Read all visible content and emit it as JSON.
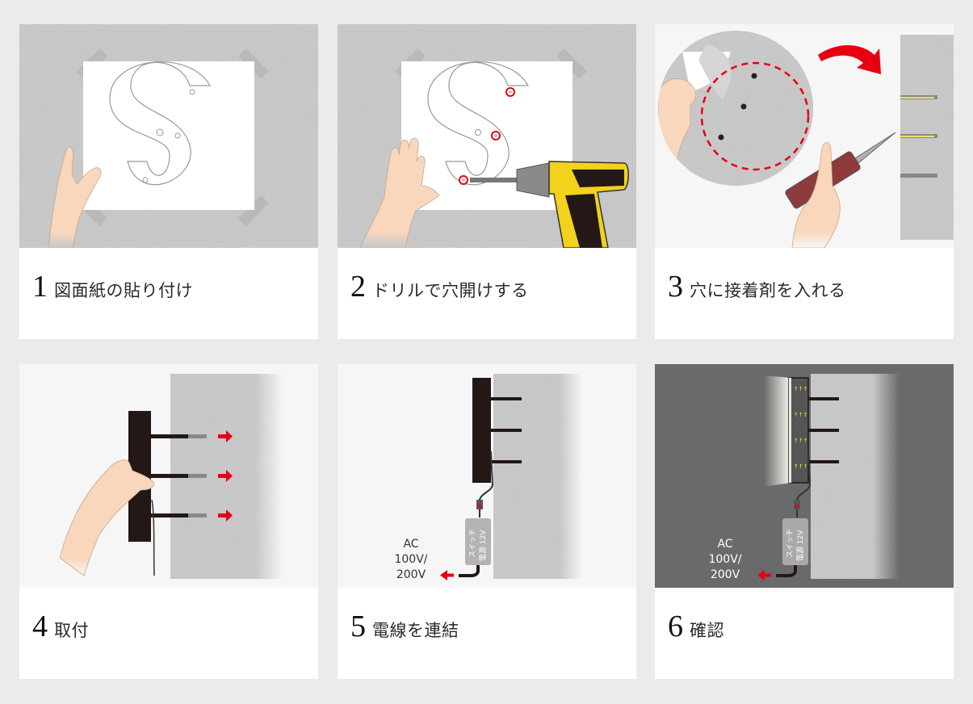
{
  "steps": [
    {
      "number": "1",
      "label": "図面紙の貼り付け",
      "illustration": "paper-template-on-wall"
    },
    {
      "number": "2",
      "label": "ドリルで穴開けする",
      "illustration": "drilling-holes"
    },
    {
      "number": "3",
      "label": "穴に接着剤を入れる",
      "illustration": "inject-adhesive"
    },
    {
      "number": "4",
      "label": "取付",
      "illustration": "mount-sign"
    },
    {
      "number": "5",
      "label": "電線を連結",
      "illustration": "connect-wires"
    },
    {
      "number": "6",
      "label": "確認",
      "illustration": "check-lighting"
    }
  ],
  "diagram_labels": {
    "power_box_line1": "スイッチ",
    "power_box_line2": "電源 12V",
    "ac_line1": "AC",
    "ac_line2": "100V/",
    "ac_line3": "200V"
  },
  "colors": {
    "page_bg": "#ebebeb",
    "card_bg": "#ffffff",
    "accent_red": "#e60012",
    "drill_yellow": "#f2d21b",
    "sign_dark": "#231815",
    "night_bg": "#6b6a6a"
  }
}
